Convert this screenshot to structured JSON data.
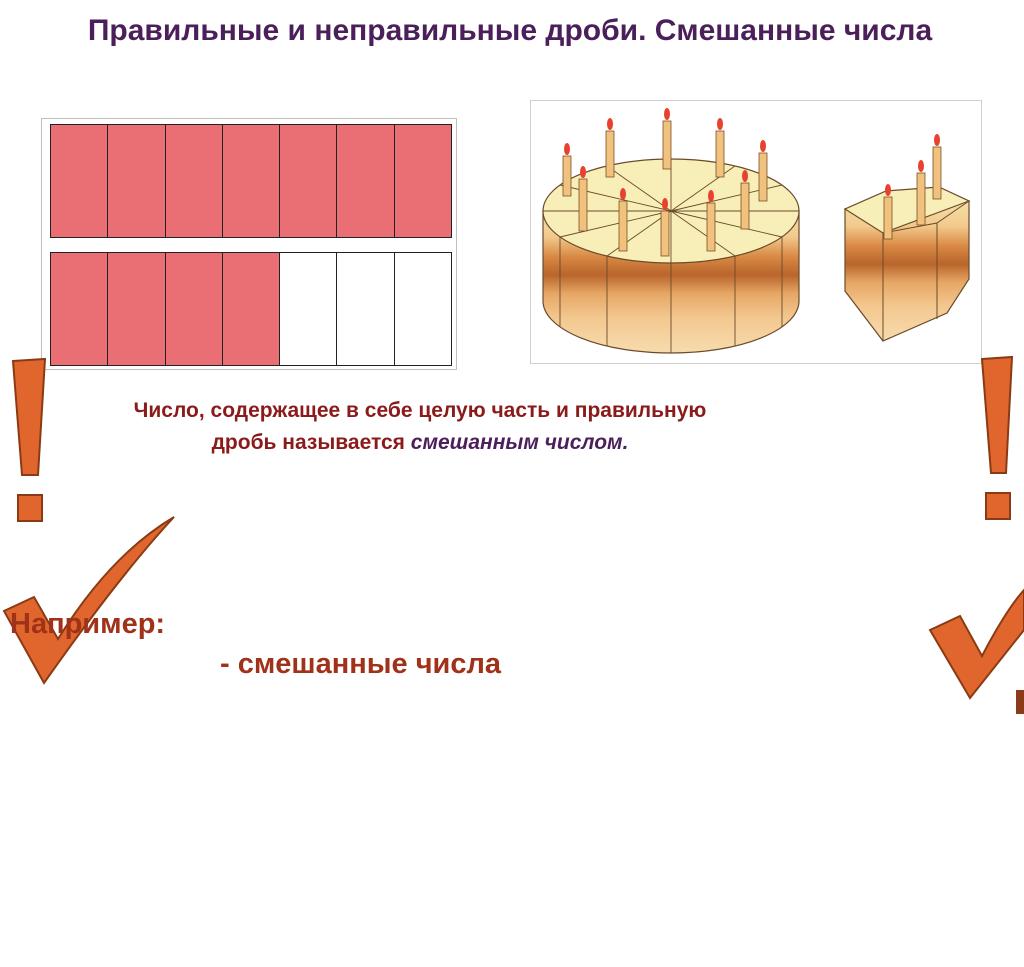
{
  "title": "Правильные и неправильные дроби. Смешанные числа",
  "figures": {
    "bars": {
      "row1": [
        true,
        true,
        true,
        true,
        true,
        true,
        true
      ],
      "row2": [
        true,
        true,
        true,
        true,
        false,
        false,
        false
      ]
    },
    "cake_icon": "cake-with-candles-illustration",
    "slice_icon": "cake-slice-illustration"
  },
  "definition": {
    "line1": "Число, содержащее в себе целую часть и правильную",
    "line2_plain": "дробь называется ",
    "line2_em": "смешанным числом."
  },
  "example": {
    "label": "Например:",
    "text": "- смешанные числа"
  },
  "icons": {
    "exclamation": "exclamation-icon",
    "check": "checkmark-icon"
  },
  "colors": {
    "title": "#4b1f5a",
    "definition": "#8b1a1a",
    "accent_orange": "#e0662d",
    "bar_fill": "#ea6f74"
  }
}
